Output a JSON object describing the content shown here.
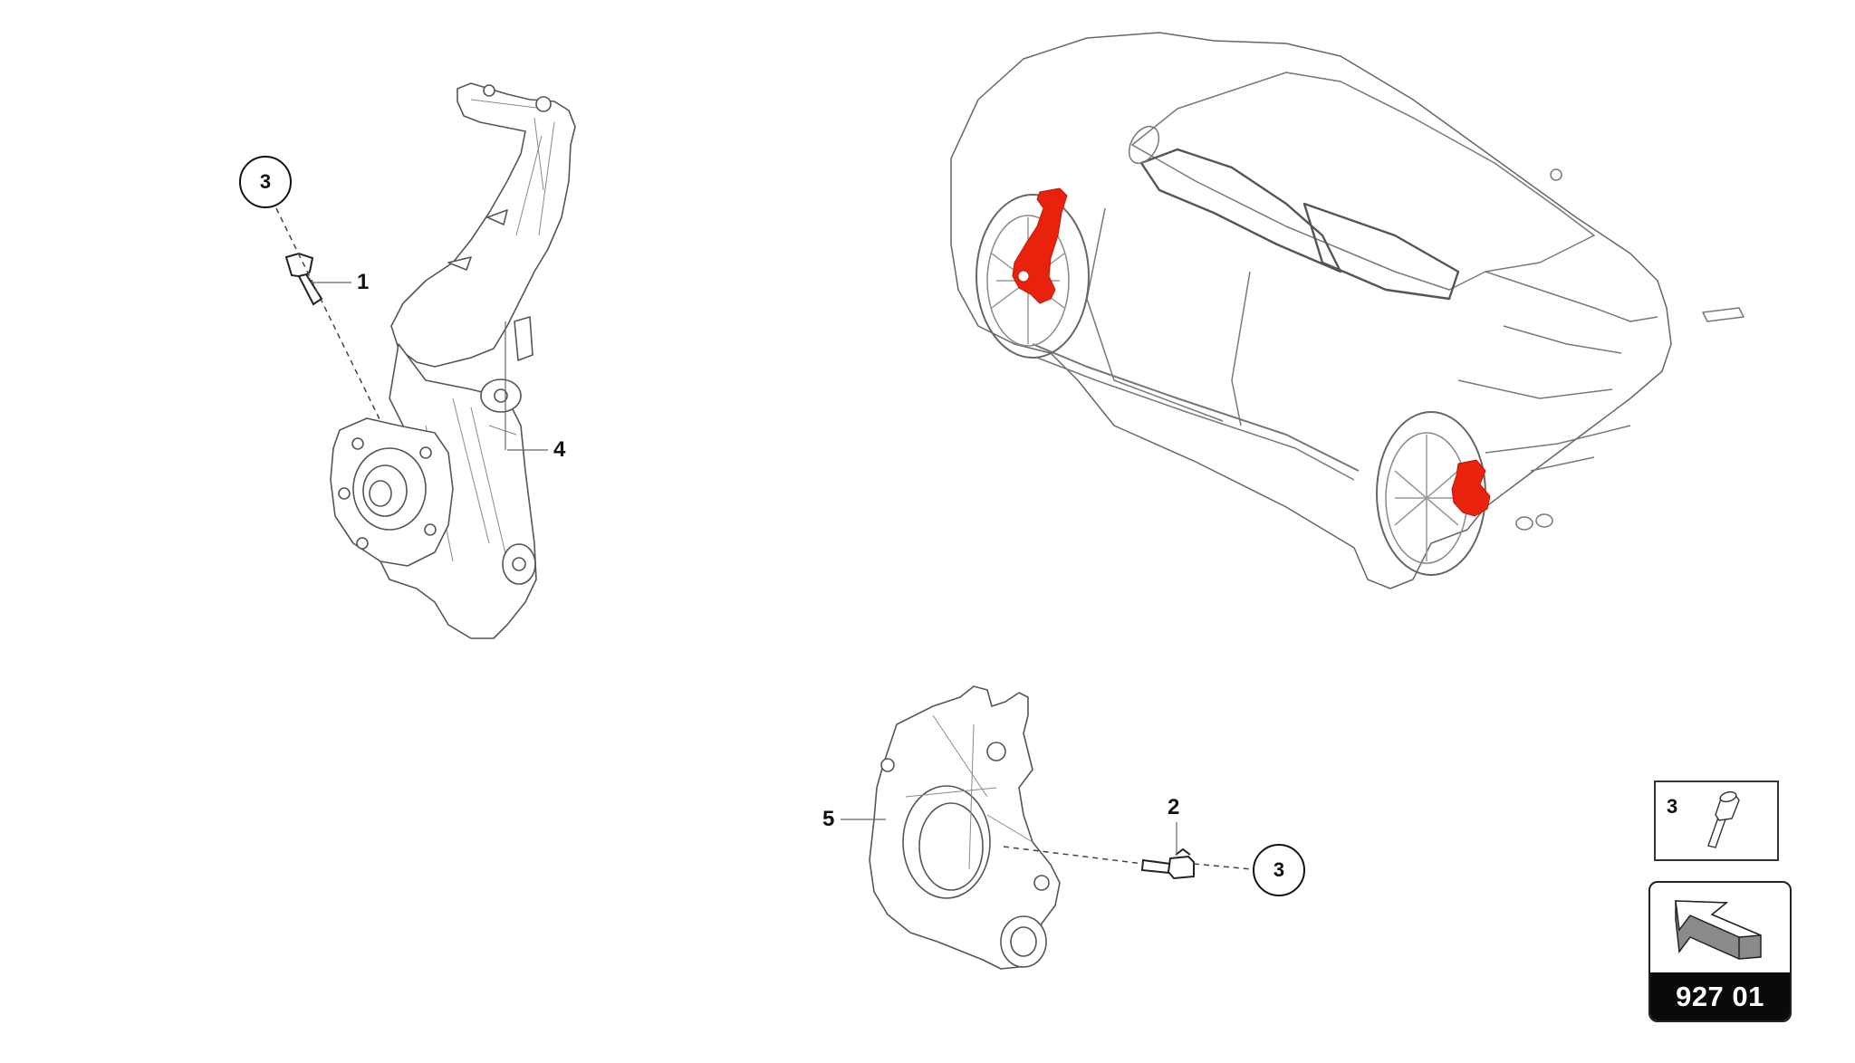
{
  "diagram": {
    "type": "exploded-parts-diagram",
    "callouts": [
      {
        "id": "1",
        "label": "1"
      },
      {
        "id": "2",
        "label": "2"
      },
      {
        "id": "4",
        "label": "4"
      },
      {
        "id": "5",
        "label": "5"
      }
    ],
    "reference_circles": [
      {
        "label": "3"
      },
      {
        "label": "3"
      }
    ],
    "parts_legend": {
      "item_number": "3",
      "icon": "bolt-icon"
    },
    "navigation": {
      "icon": "arrow-icon",
      "page_code": "927 01"
    },
    "highlight_color": "#e8220c",
    "line_color": "#555555"
  }
}
